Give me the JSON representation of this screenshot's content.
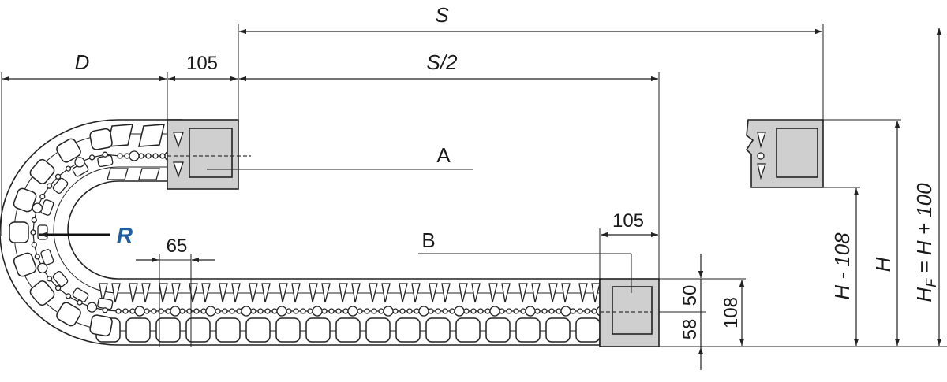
{
  "labels": {
    "S": "S",
    "S_half": "S/2",
    "D": "D",
    "top_105": "105",
    "right_105": "105",
    "pitch_65": "65",
    "A": "A",
    "B": "B",
    "R": "R",
    "dim_50": "50",
    "dim_58": "58",
    "dim_108": "108",
    "H_minus_108": "H - 108",
    "H": "H",
    "HF_prefix": "H",
    "HF_sub": "F",
    "HF_suffix": " = H + 100"
  },
  "colors": {
    "bracket": "#cfcfcf",
    "line": "#222222",
    "radius_label": "#1f5fa0"
  }
}
